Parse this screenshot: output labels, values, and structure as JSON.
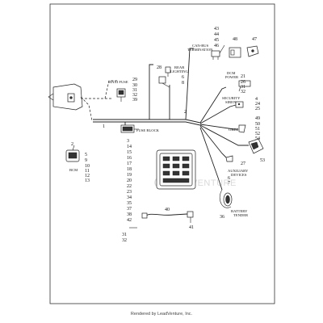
{
  "labels": {
    "maxi_fuse": "MAXI FUSE",
    "fuse_block": "FUSE BLOCK",
    "bcm": "BCM",
    "can_bus_1": "CAN-BUS",
    "can_bus_2": "TERMINATION",
    "rear_lighting_1": "REAR",
    "rear_lighting_2": "LIGHTING",
    "dcm_power_1": "DCM",
    "dcm_power_2": "POWER",
    "security_siren_1": "SECURITY",
    "security_siren_2": "SIREN",
    "obd2": "OBD2",
    "auxiliary_devices_1": "AUXILIARY",
    "auxiliary_devices_2": "DEVICES",
    "battery_tender_1": "BATTERY",
    "battery_tender_2": "TENDER"
  },
  "callouts": {
    "can_bus": [
      "43",
      "44",
      "45",
      "46"
    ],
    "c48": "48",
    "c47": "47",
    "rear_top": "28",
    "rear": [
      "6",
      "8"
    ],
    "maxi": [
      "29",
      "30",
      "31",
      "32",
      "39"
    ],
    "dcm": [
      "21",
      "26",
      "31",
      "32"
    ],
    "security": [
      "4",
      "24",
      "25"
    ],
    "c1": "1",
    "c2": "2",
    "obd_group": [
      "49",
      "50",
      "51",
      "52",
      "54"
    ],
    "c53": "53",
    "c27": "27",
    "aux": [
      "6",
      "7"
    ],
    "c36": "36",
    "bcm_top": "2",
    "bcm": [
      "5",
      "9",
      "10",
      "11",
      "12",
      "13"
    ],
    "fuse_list": [
      "3",
      "14",
      "15",
      "16",
      "17",
      "18",
      "19",
      "20",
      "22",
      "23",
      "34",
      "35",
      "37",
      "38",
      "42"
    ],
    "c40": "40",
    "c41": "41",
    "bottom": [
      "31",
      "32"
    ]
  },
  "watermark": "LEADVENTURE",
  "footer": "Rendered by LeadVenture, Inc."
}
